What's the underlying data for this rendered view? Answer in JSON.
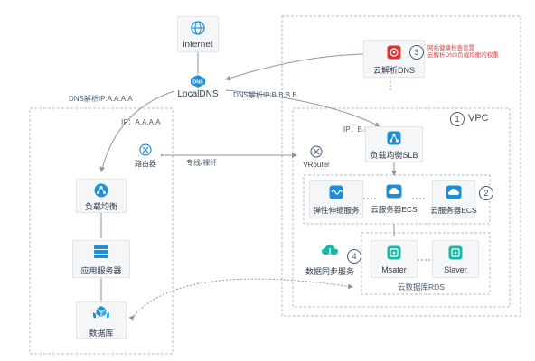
{
  "nodes": {
    "internet": "internet",
    "localdns": "LocalDNS",
    "cloud_dns": "云解析DNS",
    "router": "路由器",
    "vrouter": "VRouter",
    "lb_left": "负载均衡",
    "app_server": "应用服务器",
    "database": "数据库",
    "slb": "负载均衡SLB",
    "elastic_scaling": "弹性伸缩服务",
    "ecs1": "云服务器ECS",
    "ecs2": "云服务器ECS",
    "data_sync": "数据同步服务",
    "master": "Msater",
    "slave": "Slaver",
    "rds": "云数据库RDS"
  },
  "labels": {
    "dns_left": "DNS解析IP:A.A.A.A",
    "dns_right": "DNS解析IP:B.B.B.B",
    "ip_left": "IP：A.A.A.A",
    "ip_right": "IP：B.B.B.B",
    "dedicated_line": "专线/裸纤",
    "vpc": "VPC",
    "health_note_1": "网站健康检查设置",
    "health_note_2": "云解析DNS负载均衡的权重"
  },
  "markers": {
    "m1": "1",
    "m2": "2",
    "m3": "3",
    "m4": "4"
  },
  "colors": {
    "icon_blue": "#1e8fd6",
    "line_gray": "#9aa6b2",
    "dashed_border": "#b5bdc5",
    "accent_red": "#d33"
  }
}
